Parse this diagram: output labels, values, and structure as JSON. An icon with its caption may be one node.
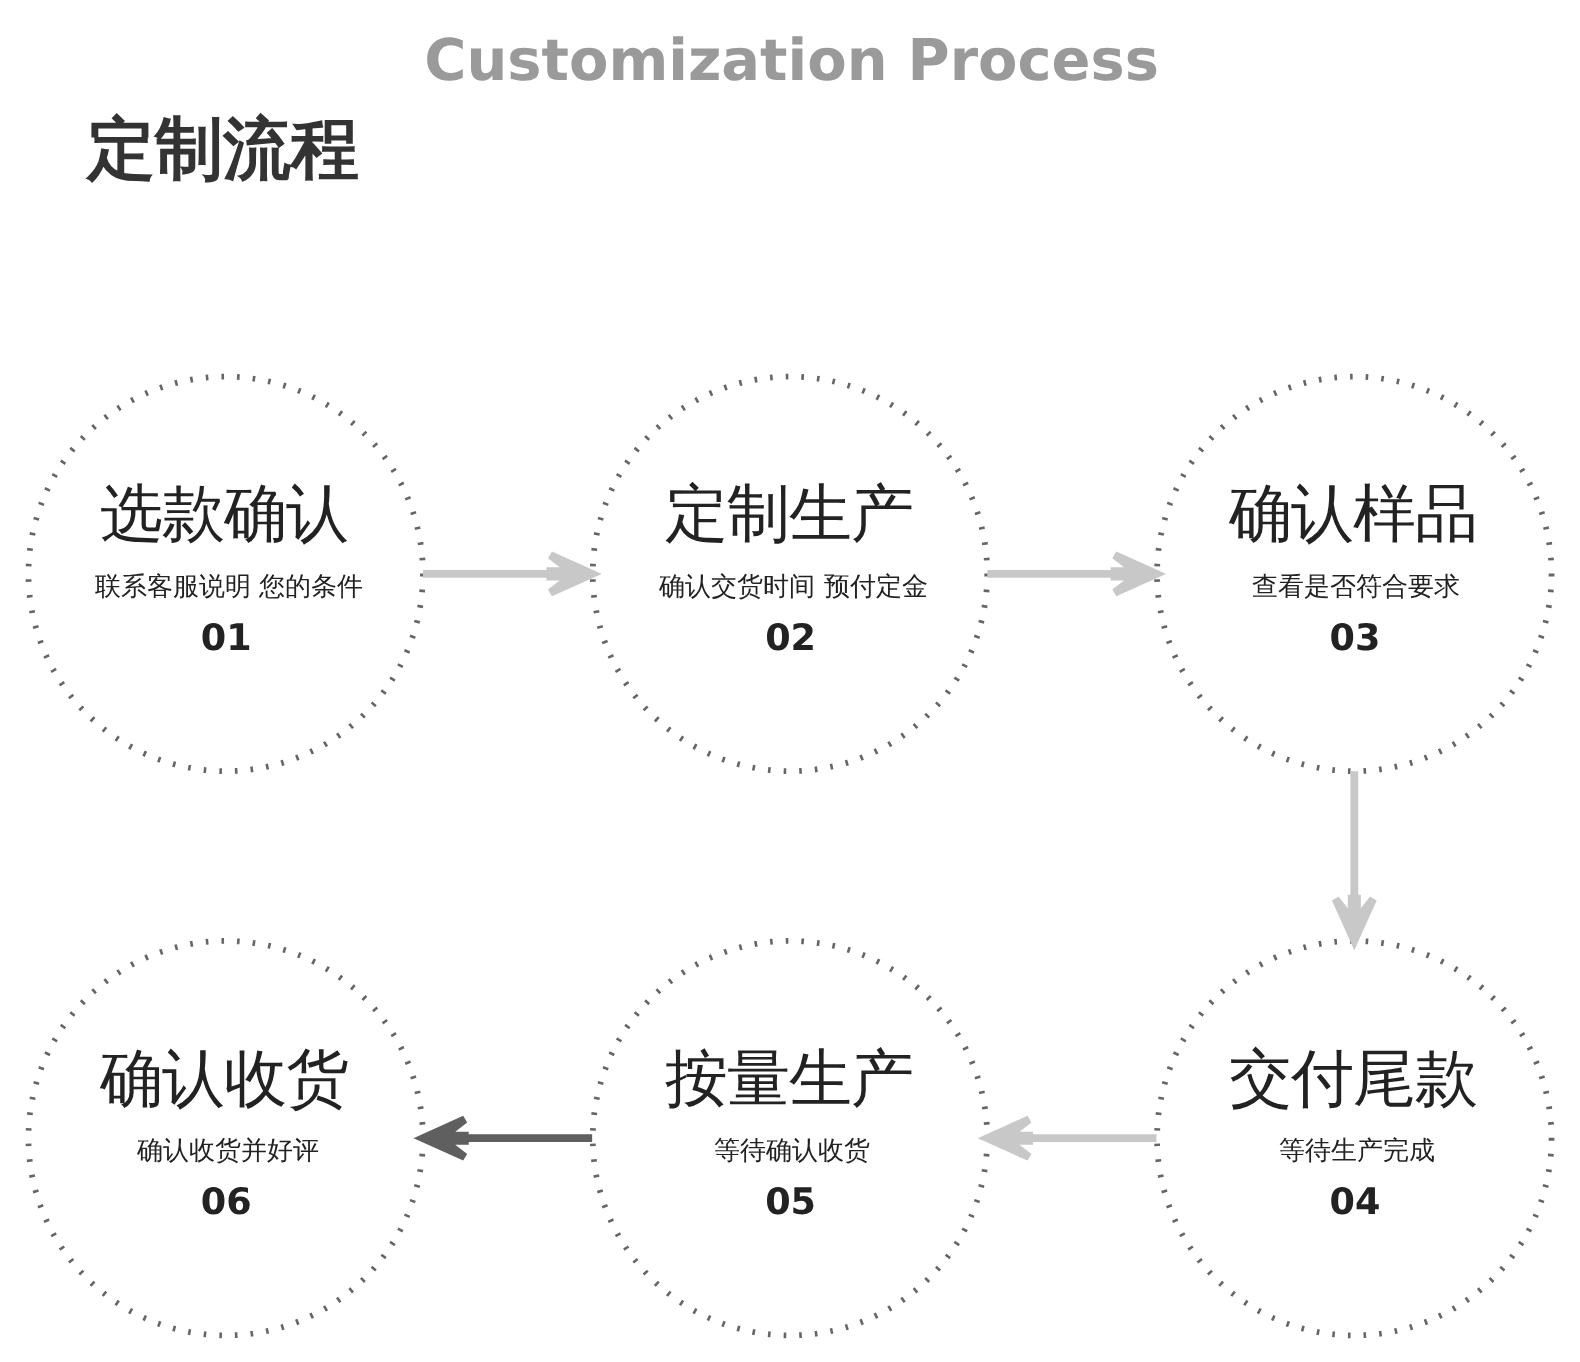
{
  "diagram": {
    "title": "Customization Process",
    "nodes": [
      {
        "text": [
          "选款确认",
          "联系客服说明 您的条件",
          "01"
        ]
      },
      {
        "text": [
          "定制生产",
          "确认交货时间 预付定金",
          "02"
        ]
      },
      {
        "text": [
          "确认样品",
          "查看是否符合要求",
          "03"
        ]
      },
      {
        "text": [
          "交付尾款",
          "等待生产完成",
          "04"
        ]
      },
      {
        "text": [
          "按量生产",
          "等待确认收货",
          "05"
        ]
      },
      {
        "text": [
          "确认收货",
          "确认收货并好评",
          "06"
        ]
      }
    ],
    "edges": [
      {
        "from": 0,
        "to": 1,
        "arrow": "to"
      },
      {
        "from": 1,
        "to": 2,
        "arrow": "to"
      },
      {
        "from": 2,
        "to": 3,
        "arrow": "to"
      },
      {
        "from": 3,
        "to": 4,
        "arrow": "to"
      },
      {
        "from": 4,
        "to": 5,
        "arrow": "to",
        "color": "#5f5f5f"
      }
    ],
    "labels": [
      "定制流程"
    ]
  }
}
